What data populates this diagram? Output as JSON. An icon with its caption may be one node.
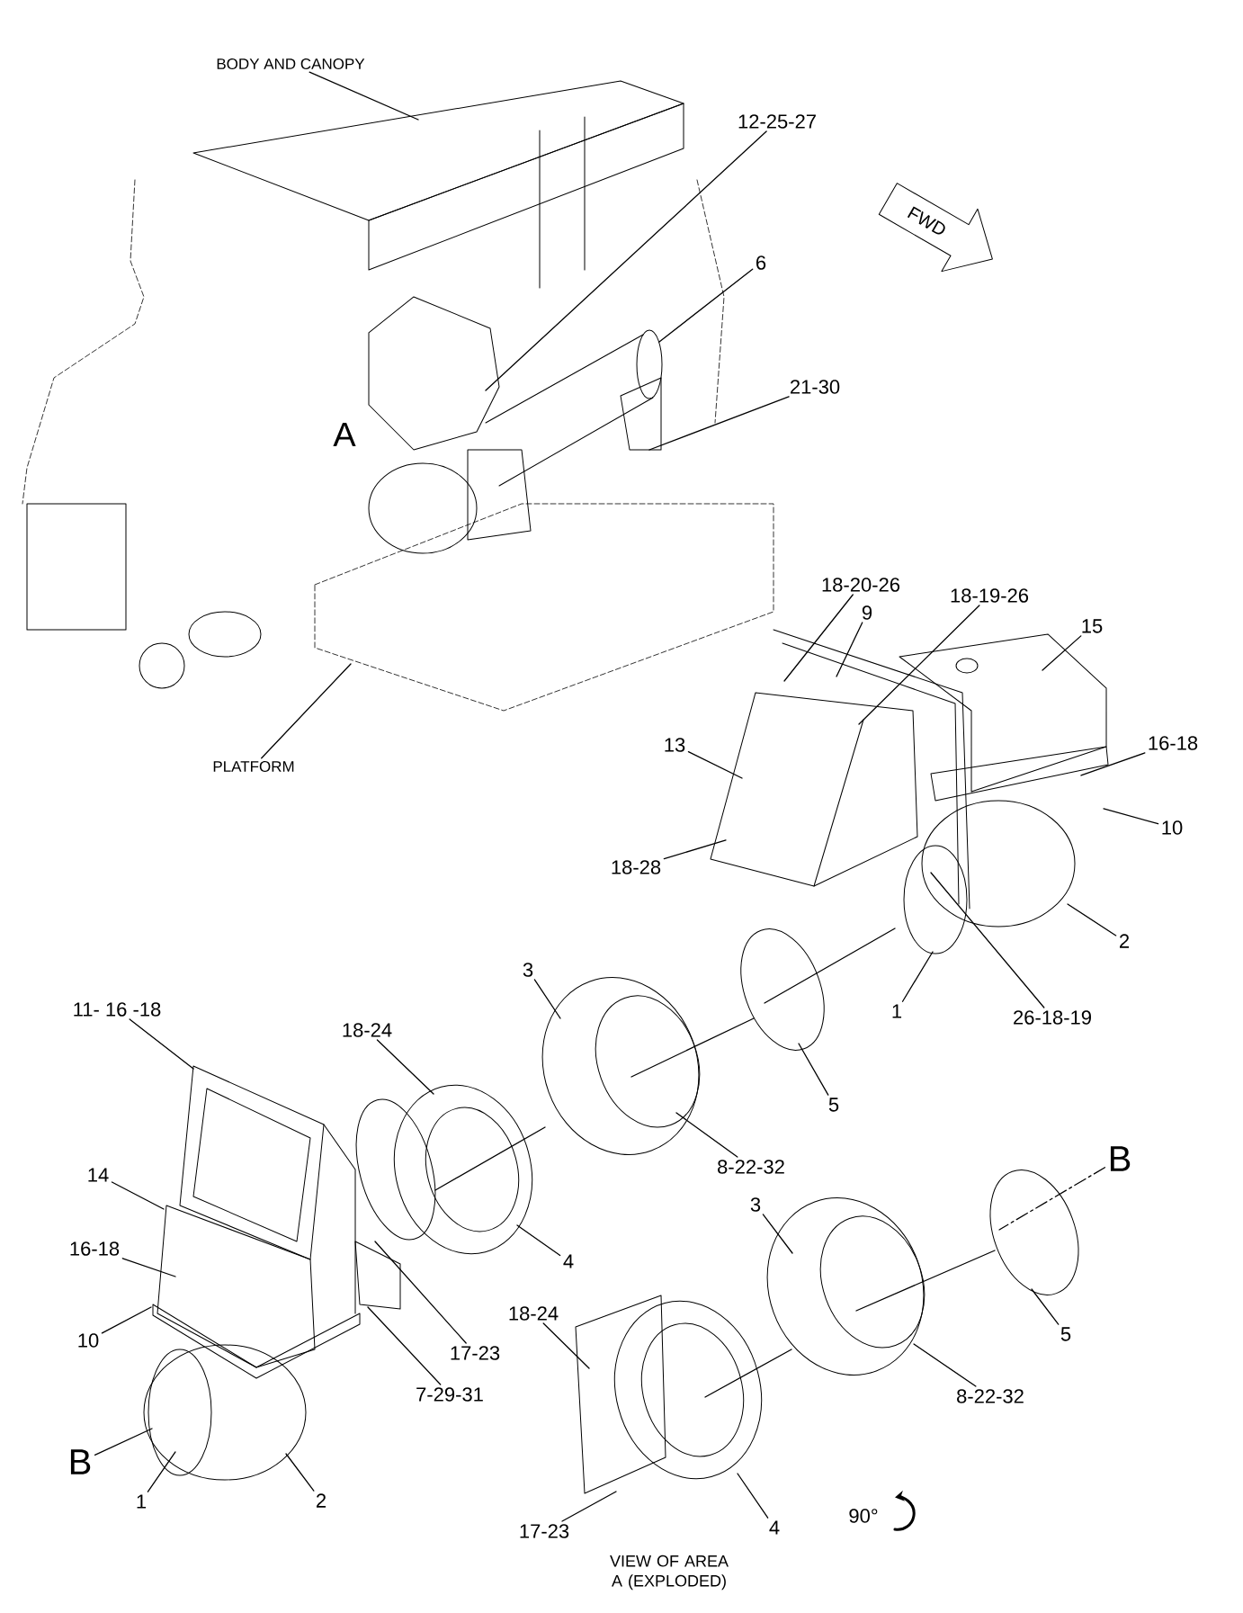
{
  "diagram": {
    "caption": "VIEW OF AREA A (EXPLODED)",
    "nodes": [
      {
        "text": [
          "BODY AND CANOPY"
        ]
      },
      {
        "text": [
          "12-25-27"
        ]
      },
      {
        "text": [
          "6"
        ]
      },
      {
        "text": [
          "21-30"
        ]
      },
      {
        "text": [
          "18-20-26"
        ]
      },
      {
        "text": [
          "18-19-26"
        ]
      },
      {
        "text": [
          "9"
        ]
      },
      {
        "text": [
          "15"
        ]
      },
      {
        "text": [
          "13"
        ]
      },
      {
        "text": [
          "16-18"
        ]
      },
      {
        "text": [
          "PLATFORM"
        ]
      },
      {
        "text": [
          "10"
        ]
      },
      {
        "text": [
          "18-28"
        ]
      },
      {
        "text": [
          "2"
        ]
      },
      {
        "text": [
          "3"
        ]
      },
      {
        "text": [
          "1"
        ]
      },
      {
        "text": [
          "11- 16 -18"
        ]
      },
      {
        "text": [
          "26-18-19"
        ]
      },
      {
        "text": [
          "18-24"
        ]
      },
      {
        "text": [
          "5"
        ]
      },
      {
        "text": [
          "B"
        ]
      },
      {
        "text": [
          "8-22-32"
        ]
      },
      {
        "text": [
          "14"
        ]
      },
      {
        "text": [
          "3"
        ]
      },
      {
        "text": [
          "16-18"
        ]
      },
      {
        "text": [
          "4"
        ]
      },
      {
        "text": [
          "18-24"
        ]
      },
      {
        "text": [
          "5"
        ]
      },
      {
        "text": [
          "10"
        ]
      },
      {
        "text": [
          "17-23"
        ]
      },
      {
        "text": [
          "7-29-31"
        ]
      },
      {
        "text": [
          "8-22-32"
        ]
      },
      {
        "text": [
          "B"
        ]
      },
      {
        "text": [
          "1"
        ]
      },
      {
        "text": [
          "2"
        ]
      },
      {
        "text": [
          "4"
        ]
      },
      {
        "text": [
          "17-23"
        ]
      },
      {
        "text": [],
        "shape": "picture"
      },
      {
        "text": [],
        "shape": "picture"
      },
      {
        "text": [],
        "shape": "picture"
      },
      {
        "text": [],
        "shape": "picture"
      },
      {
        "text": [],
        "shape": "picture"
      },
      {
        "text": [],
        "shape": "picture"
      },
      {
        "text": [],
        "shape": "picture"
      },
      {
        "text": [],
        "shape": "picture"
      },
      {
        "text": [],
        "shape": "picture"
      },
      {
        "text": [],
        "shape": "picture"
      },
      {
        "text": [],
        "shape": "picture"
      }
    ],
    "edges": [
      {
        "from": 0,
        "to": 37,
        "arrow": "none"
      },
      {
        "from": 1,
        "to": 38,
        "arrow": "none"
      },
      {
        "from": 2,
        "to": 38,
        "arrow": "none"
      },
      {
        "from": 3,
        "to": 38,
        "arrow": "none"
      },
      {
        "from": 4,
        "to": 40,
        "arrow": "none"
      },
      {
        "from": 5,
        "to": 40,
        "arrow": "none"
      },
      {
        "from": 6,
        "to": 40,
        "arrow": "none"
      },
      {
        "from": 7,
        "to": 40,
        "arrow": "none"
      },
      {
        "from": 8,
        "to": 40,
        "arrow": "none"
      },
      {
        "from": 9,
        "to": 40,
        "arrow": "none"
      },
      {
        "from": 10,
        "to": 39,
        "arrow": "none"
      },
      {
        "from": 11,
        "to": 40,
        "arrow": "none"
      },
      {
        "from": 12,
        "to": 40,
        "arrow": "none"
      },
      {
        "from": 13,
        "to": 40,
        "arrow": "none"
      },
      {
        "from": 14,
        "to": 42,
        "arrow": "none"
      },
      {
        "from": 15,
        "to": 40,
        "arrow": "none"
      },
      {
        "from": 16,
        "to": 43,
        "arrow": "none"
      },
      {
        "from": 17,
        "to": 40,
        "arrow": "none"
      },
      {
        "from": 18,
        "to": 44,
        "arrow": "none"
      },
      {
        "from": 19,
        "to": 41,
        "arrow": "none"
      },
      {
        "from": 20,
        "to": 46,
        "arrow": "none",
        "style": "dashed"
      },
      {
        "from": 21,
        "to": 42,
        "arrow": "none"
      },
      {
        "from": 22,
        "to": 43,
        "arrow": "none"
      },
      {
        "from": 23,
        "to": 45,
        "arrow": "none"
      },
      {
        "from": 24,
        "to": 43,
        "arrow": "none"
      },
      {
        "from": 25,
        "to": 44,
        "arrow": "none"
      },
      {
        "from": 26,
        "to": 47,
        "arrow": "none"
      },
      {
        "from": 27,
        "to": 46,
        "arrow": "none"
      },
      {
        "from": 28,
        "to": 43,
        "arrow": "none"
      },
      {
        "from": 29,
        "to": 43,
        "arrow": "none"
      },
      {
        "from": 30,
        "to": 43,
        "arrow": "none"
      },
      {
        "from": 31,
        "to": 45,
        "arrow": "none"
      },
      {
        "from": 32,
        "to": 43,
        "arrow": "none"
      },
      {
        "from": 33,
        "to": 43,
        "arrow": "none"
      },
      {
        "from": 34,
        "to": 43,
        "arrow": "none"
      },
      {
        "from": 35,
        "to": 47,
        "arrow": "none"
      },
      {
        "from": 36,
        "to": 47,
        "arrow": "none"
      },
      {
        "from": 41,
        "to": 40,
        "arrow": "none"
      },
      {
        "from": 42,
        "to": 41,
        "arrow": "none"
      },
      {
        "from": 44,
        "to": 42,
        "arrow": "none"
      },
      {
        "from": 45,
        "to": 46,
        "arrow": "none"
      },
      {
        "from": 47,
        "to": 45,
        "arrow": "none"
      }
    ],
    "labels": [
      "A",
      "FWD",
      "90°"
    ]
  }
}
